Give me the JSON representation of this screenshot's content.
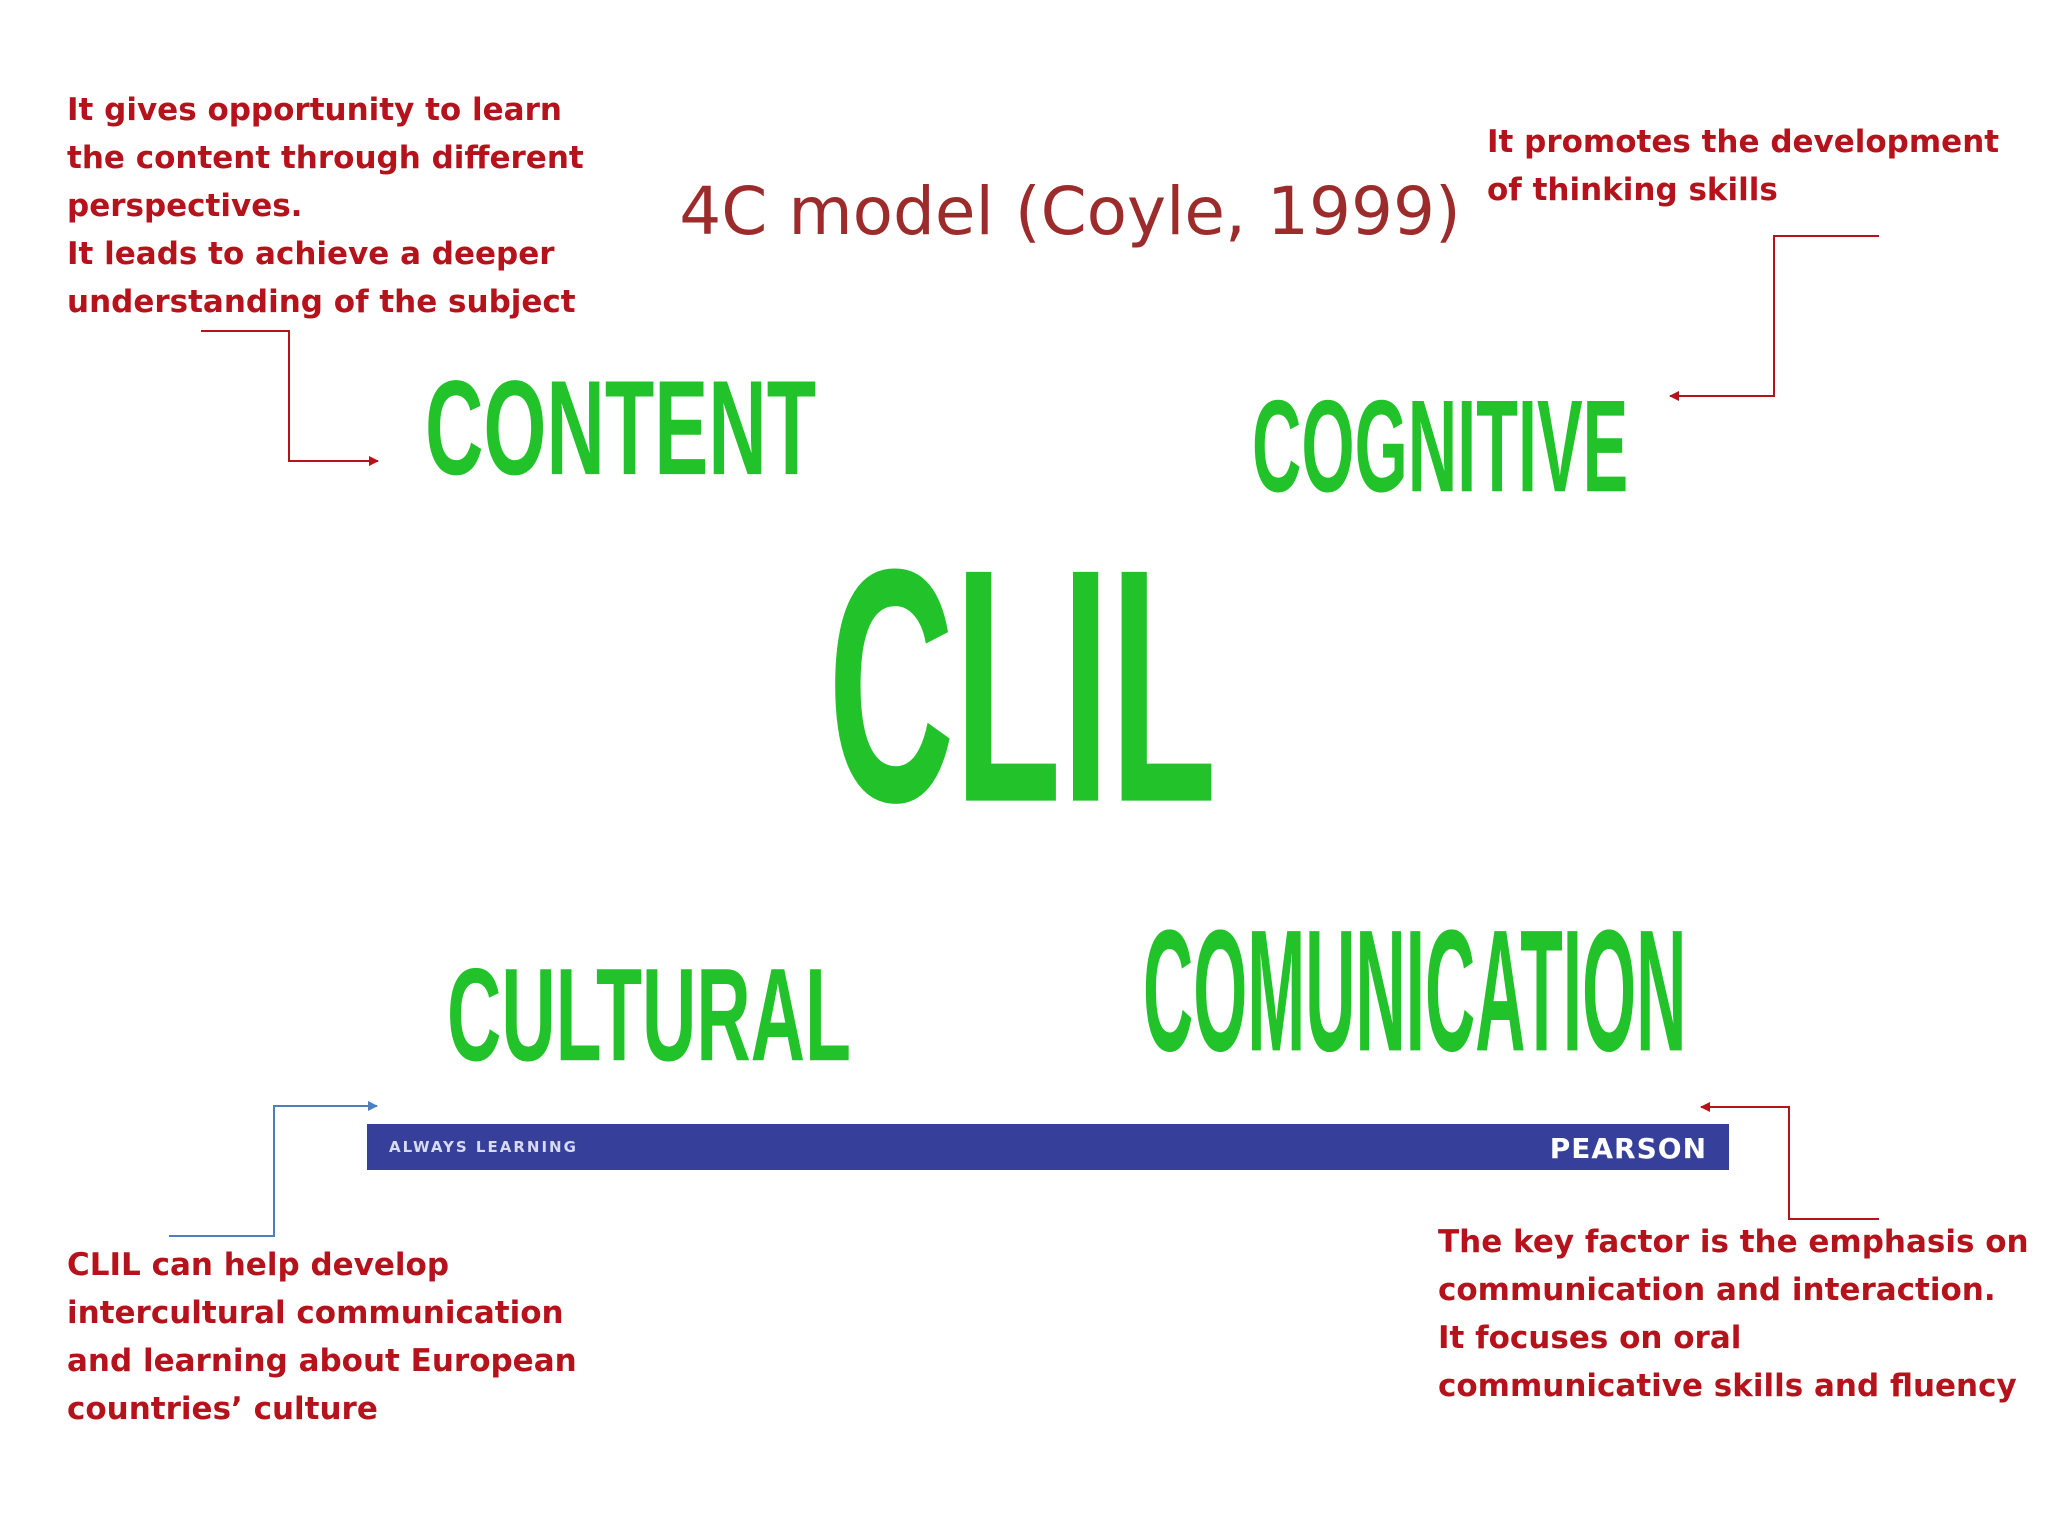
{
  "title": "4C model  (Coyle, 1999)",
  "center_label": "CLIL",
  "words": {
    "content": "CONTENT",
    "cognitive": "COGNITIVE",
    "cultural": "CULTURAL",
    "communication": "COMUNICATION"
  },
  "annotations": {
    "content": [
      "It gives opportunity to learn",
      "the content through different",
      "perspectives.",
      "It leads to achieve a deeper",
      "understanding of the subject"
    ],
    "cognitive": [
      "It promotes the development",
      "of thinking skills"
    ],
    "cultural": [
      "CLIL can help develop",
      "intercultural communication",
      "and learning about European",
      "countries’ culture"
    ],
    "communication": [
      "The key factor is the emphasis on",
      "communication and interaction.",
      "It focuses on oral",
      "communicative skills and fluency"
    ]
  },
  "banner": {
    "tagline": "ALWAYS LEARNING",
    "brand": "PEARSON"
  },
  "colors": {
    "annotation_text": "#b5121b",
    "title_text": "#9c2b2b",
    "green_words": "#22c22a",
    "banner": "#36409a",
    "red_connector": "#b5121b",
    "blue_connector": "#4a7fc1"
  }
}
